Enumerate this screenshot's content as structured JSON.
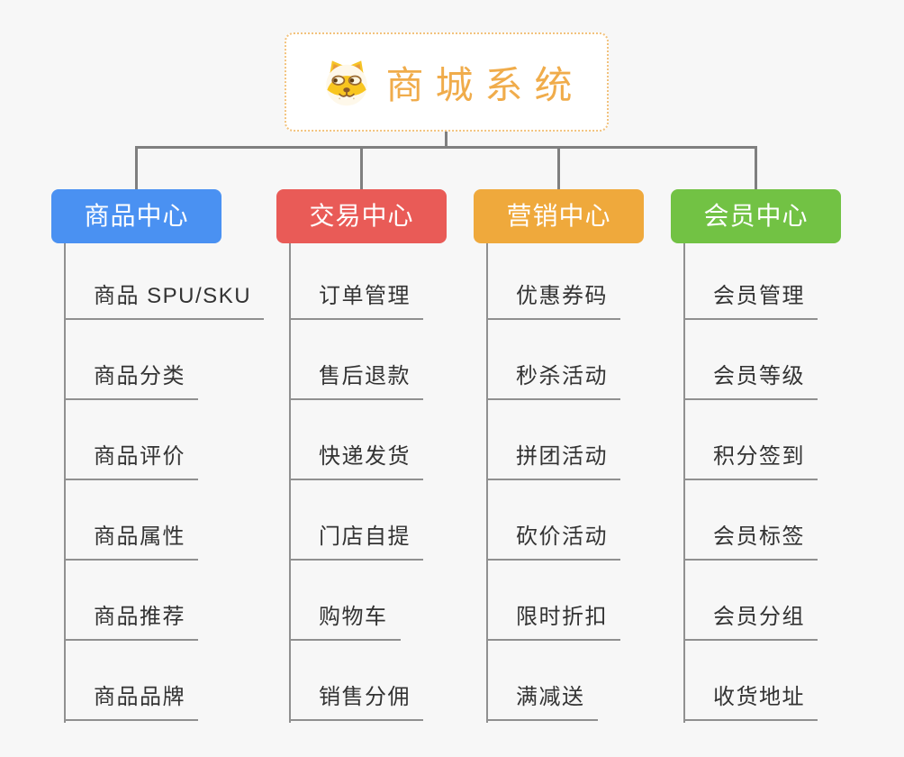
{
  "root": {
    "title": "商城系统",
    "icon": "dog-face-icon"
  },
  "branches": [
    {
      "label": "商品中心",
      "color": "#4a91f2",
      "items": [
        "商品 SPU/SKU",
        "商品分类",
        "商品评价",
        "商品属性",
        "商品推荐",
        "商品品牌"
      ]
    },
    {
      "label": "交易中心",
      "color": "#e95b57",
      "items": [
        "订单管理",
        "售后退款",
        "快递发货",
        "门店自提",
        "购物车",
        "销售分佣"
      ]
    },
    {
      "label": "营销中心",
      "color": "#efa93c",
      "items": [
        "优惠券码",
        "秒杀活动",
        "拼团活动",
        "砍价活动",
        "限时折扣",
        "满减送"
      ]
    },
    {
      "label": "会员中心",
      "color": "#72c244",
      "items": [
        "会员管理",
        "会员等级",
        "积分签到",
        "会员标签",
        "会员分组",
        "收货地址"
      ]
    }
  ],
  "colors": {
    "background": "#f7f7f7",
    "connector": "#7f7f7f",
    "item_underline": "#909090",
    "item_text": "#333333",
    "root_title": "#f0ac4b",
    "root_border": "#f2c27d"
  }
}
